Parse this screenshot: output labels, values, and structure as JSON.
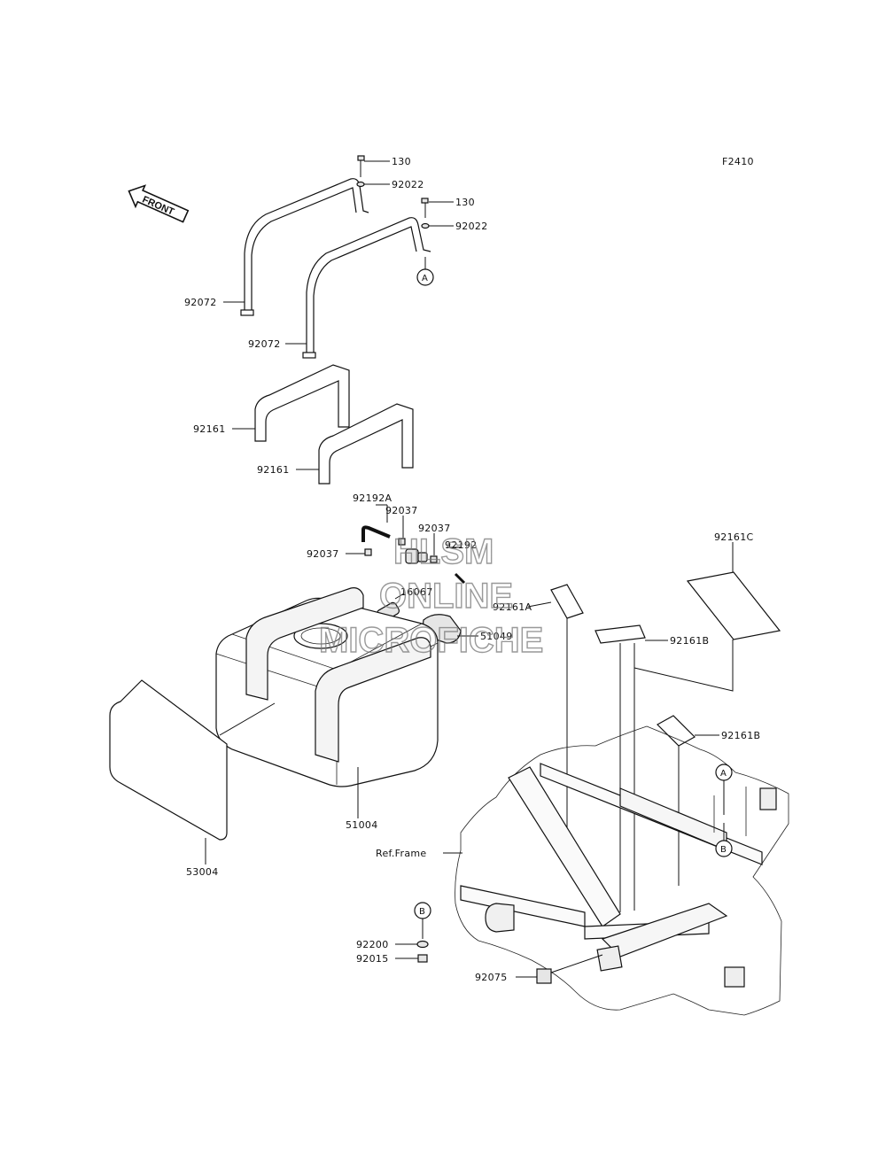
{
  "diagram_code": "F2410",
  "front_label": "FRONT",
  "ref_frame_label": "Ref.Frame",
  "watermark": [
    "HLSM",
    "ONLINE",
    "MICROFICHE"
  ],
  "callout_letters": [
    "A",
    "B"
  ],
  "parts": {
    "bolt_1": "130",
    "washer_1": "92022",
    "bolt_2": "130",
    "washer_2": "92022",
    "band_1": "92072",
    "band_2": "92072",
    "pad_1": "92161",
    "pad_2": "92161",
    "hose": "92192A",
    "clamp_1": "92037",
    "clamp_2": "92037",
    "clamp_3": "92037",
    "hose_2": "92192",
    "fitting": "16067",
    "cap": "51049",
    "tank": "51004",
    "plate": "53004",
    "pad_c": "92161C",
    "pad_a": "92161A",
    "pad_b1": "92161B",
    "pad_b2": "92161B",
    "washer_3": "92200",
    "nut": "92015",
    "bracket": "92075"
  }
}
